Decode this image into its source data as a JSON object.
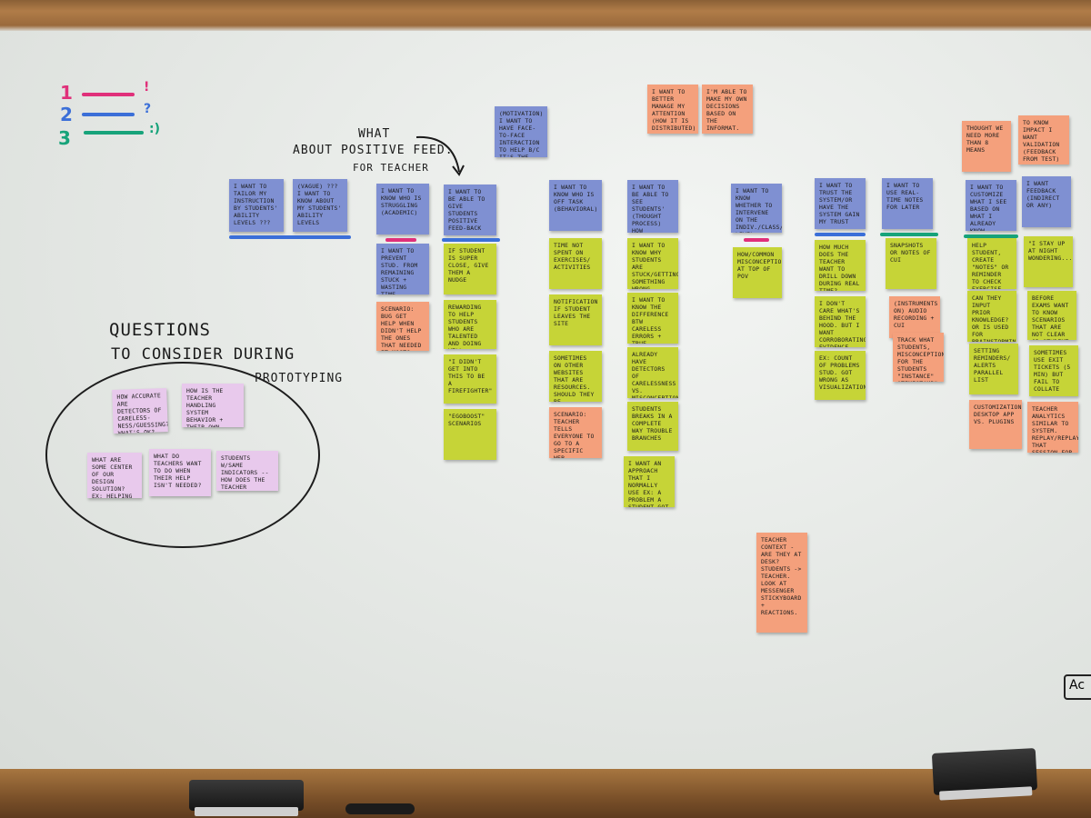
{
  "legend": [
    {
      "num": "1",
      "mark": "!",
      "color": "#e0307a"
    },
    {
      "num": "2",
      "mark": "?",
      "color": "#3b6fd8"
    },
    {
      "num": "3",
      "mark": ":)",
      "color": "#17a37a"
    }
  ],
  "annotations": {
    "what_about_1": "WHAT",
    "what_about_2": "ABOUT POSITIVE FEED.",
    "what_about_3": "FOR TEACHER",
    "questions_1": "QUESTIONS",
    "questions_2": "TO CONSIDER DURING",
    "questions_3": "PROTOTYPING",
    "corner_mark": "Ac"
  },
  "notes": {
    "c1a": "I WANT TO TAILOR MY INSTRUCTION BY STUDENTS' ABILITY LEVELS ???",
    "c1b": "(VAGUE) ??? I WANT TO KNOW ABOUT MY STUDENTS' ABILITY LEVELS",
    "c2a": "I WANT TO KNOW WHO IS STRUGGLING (ACADEMIC)",
    "c2b": "I WANT TO PREVENT STUD. FROM REMAINING STUCK + WASTING TIME",
    "c2c": "SCENARIO: BUG GET HELP WHEN DIDN'T HELP THE ONES THAT NEEDED IT MOST?",
    "c3top": "(MOTIVATION) I WANT TO HAVE FACE-TO-FACE INTERACTION TO HELP B/C IT'S THE MOST EFFECT.",
    "c3a": "I WANT TO BE ABLE TO GIVE STUDENTS POSITIVE FEED-BACK",
    "c3b": "IF STUDENT IS SUPER CLOSE, GIVE THEM A NUDGE",
    "c3c": "REWARDING TO HELP STUDENTS WHO ARE TALENTED AND DOING WELL",
    "c3d": "\"I DIDN'T GET INTO THIS TO BE A FIREFIGHTER\"",
    "c3e": "\"EGOBOOST\" SCENARIOS",
    "c4a": "I WANT TO KNOW WHO IS OFF TASK (BEHAVIORAL)",
    "c4b": "TIME NOT SPENT ON EXERCISES/ ACTIVITIES",
    "c4c": "NOTIFICATION IF STUDENT LEAVES THE SITE",
    "c4d": "SOMETIMES ON OTHER WEBSITES THAT ARE RESOURCES. SHOULD THEY BE NOTIFICATIONS?",
    "c4e": "SCENARIO: TEACHER TELLS EVERYONE TO GO TO A SPECIFIC WEB.",
    "c5a": "I WANT TO BE ABLE TO SEE STUDENTS' (THOUGHT PROCESS) HOW STUDENTS ARE APPROACHING A PROBLEM",
    "c5b": "I WANT TO KNOW WHY STUDENTS ARE STUCK/GETTING SOMETHING WRONG",
    "c5c": "I WANT TO KNOW THE DIFFERENCE BTW CARELESS ERRORS + TRUE MISUNDERSTANDING",
    "c5d": "ALREADY HAVE DETECTORS OF CARELESSNESS VS. MISCONCEPTION IF WANT TO USE",
    "c5e": "STUDENTS BREAKS IN A COMPLETE WAY TROUBLE BRANCHES",
    "c5f": "I WANT AN APPROACH THAT I NORMALLY USE EX: A PROBLEM A STUDENT GOT WRONG",
    "c6top1": "I WANT TO BETTER MANAGE MY ATTENTION (HOW IT IS DISTRIBUTED)",
    "c6top2": "I'M ABLE TO MAKE MY OWN DECISIONS BASED ON THE INFORMAT.",
    "c6a": "I WANT TO KNOW WHETHER TO INTERVENE ON THE INDIV./CLASS/GROUP LEVEL",
    "c6b": "HOW/COMMON MISCONCEPTIONS AT TOP OF POV",
    "c6bottom": "TEACHER CONTEXT - ARE THEY AT DESK? STUDENTS -> TEACHER. LOOK AT MESSENGER STICKYBOARD + REACTIONS.",
    "c7a": "I WANT TO TRUST THE SYSTEM/OR HAVE THE SYSTEM GAIN MY TRUST",
    "c7b": "HOW MUCH DOES THE TEACHER WANT TO DRILL DOWN DURING REAL TIME?",
    "c7c": "I DON'T CARE WHAT'S BEHIND THE HOOD. BUT I WANT CORROBORATING EVIDENCE",
    "c7d": "EX: COUNT OF PROBLEMS STUD. GOT WRONG AS VISUALIZATION",
    "c8a": "I WANT TO USE REAL-TIME NOTES FOR LATER",
    "c8b": "SNAPSHOTS OR NOTES OF CUI",
    "c8c": "(INSTRUMENTS ON) AUDIO RECORDING + CUI",
    "c8d": "TRACK WHAT STUDENTS, MISCONCEPTIONS, FOR THE STUDENTS \"INSTANCE\" \"TIMESTAMP\"",
    "c9top": "THOUGHT WE NEED MORE THAN 8 MEANS",
    "c9a": "I WANT TO CUSTOMIZE WHAT I SEE BASED ON WHAT I ALREADY KNOW",
    "c9b": "HELP STUDENT, CREATE \"NOTES\" OR REMINDER TO CHECK EXERCISE",
    "c9c": "CAN THEY INPUT PRIOR KNOWLEDGE? OR IS USED FOR BRAINSTORMING?",
    "c9d": "SETTING REMINDERS/ ALERTS PARALLEL LIST",
    "c9e": "CUSTOMIZATION DESKTOP APP VS. PLUGINS",
    "c10top": "TO KNOW IMPACT I WANT VALIDATION (FEEDBACK FROM TEST)",
    "c10a": "I WANT FEEDBACK (INDIRECT OR ANY)",
    "c10b": "\"I STAY UP AT NIGHT WONDERING...\"",
    "c10c": "BEFORE EXAMS WANT TO KNOW SCENARIOS THAT ARE NOT CLEAR OR STUDENT STUCK OR MISCONCEPTION",
    "c10d": "SOMETIMES USE EXIT TICKETS (5 MIN) BUT FAIL TO COLLATE",
    "c10e": "TEACHER ANALYTICS SIMILAR TO SYSTEM. REPLAY/REPLAYING THAT SESSION FOR FOUR PURPOSES",
    "q1": "HOW ACCURATE ARE DETECTORS OF CARELESS-NESS/GUESSING? WHAT'S OK?",
    "q2": "HOW IS THE TEACHER HANDLING SYSTEM BEHAVIOR + THEIR OWN PERCEPTIONS? VISIBILITY NOT MATCH?",
    "q3": "WHAT ARE SOME CENTER OF OUR DESIGN SOLUTION? EX: HELPING BEHAVIORS",
    "q4": "WHAT DO TEACHERS WANT TO DO WHEN THEIR HELP ISN'T NEEDED?",
    "q5": "STUDENTS W/SAME INDICATORS -- HOW DOES THE TEACHER DECIDE?"
  },
  "colors": {
    "blue_note": "#7f90d2",
    "green_note": "#c6d437",
    "orange_note": "#f4a07c",
    "pink_note": "#e8c9ec",
    "pink_tag": "#e0307a",
    "blue_tag": "#3b6fd8",
    "green_tag": "#17a37a"
  }
}
